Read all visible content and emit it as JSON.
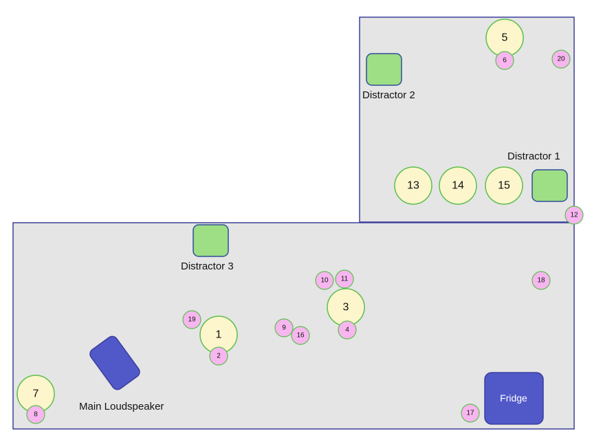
{
  "colors": {
    "room_fill": "#e5e5e5",
    "room_stroke": "#3b3f9a",
    "distractor_fill": "#9ede85",
    "distractor_stroke": "#2e4e9a",
    "big_circle_fill": "#fdf6cc",
    "big_circle_stroke": "#5cbf4e",
    "small_circle_fill": "#f7b6ef",
    "small_circle_stroke": "#5cbf4e",
    "device_fill": "#5159c9",
    "device_stroke": "#3a3f9c"
  },
  "labels": {
    "distractor1": "Distractor 1",
    "distractor2": "Distractor 2",
    "distractor3": "Distractor 3",
    "main_loudspeaker": "Main Loudspeaker",
    "fridge": "Fridge"
  },
  "positions": {
    "big": [
      "1",
      "3",
      "5",
      "7",
      "13",
      "14",
      "15"
    ],
    "small": [
      "2",
      "4",
      "6",
      "8",
      "9",
      "10",
      "11",
      "12",
      "16",
      "17",
      "18",
      "19",
      "20"
    ]
  }
}
